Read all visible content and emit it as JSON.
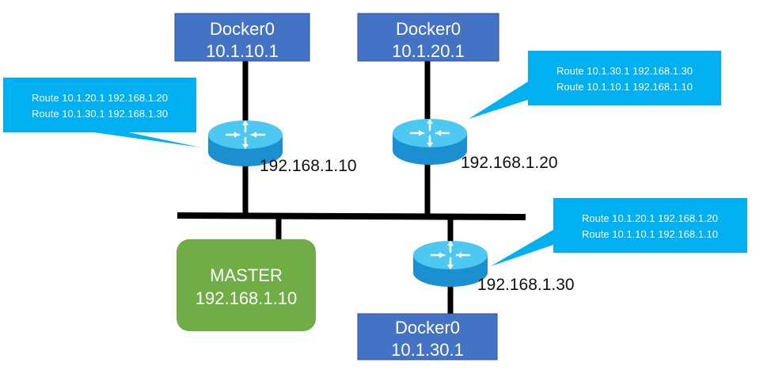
{
  "colors": {
    "docker_fill": "#4472C4",
    "docker_stroke": "#2F528F",
    "master_fill": "#70AD47",
    "router_top": "#4DC8F0",
    "router_side": "#1B8FD0",
    "callout_fill": "#00B0F0",
    "line": "#000000"
  },
  "docker_hosts": [
    {
      "title": "Docker0",
      "subnet": "10.1.10.1"
    },
    {
      "title": "Docker0",
      "subnet": "10.1.20.1"
    },
    {
      "title": "Docker0",
      "subnet": "10.1.30.1"
    }
  ],
  "routers": [
    {
      "icon": "router-icon",
      "ip": "192.168.1.10"
    },
    {
      "icon": "router-icon",
      "ip": "192.168.1.20"
    },
    {
      "icon": "router-icon",
      "ip": "192.168.1.30"
    }
  ],
  "route_callouts": [
    {
      "lines": [
        "Route 10.1.20.1 192.168.1.20",
        "Route 10.1.30.1 192.168.1.30"
      ]
    },
    {
      "lines": [
        "Route 10.1.30.1 192.168.1.30",
        "Route 10.1.10.1 192.168.1.10"
      ]
    },
    {
      "lines": [
        "Route 10.1.20.1 192.168.1.20",
        "Route 10.1.10.1 192.168.1.10"
      ]
    }
  ],
  "master": {
    "title": "MASTER",
    "ip": "192.168.1.10"
  }
}
